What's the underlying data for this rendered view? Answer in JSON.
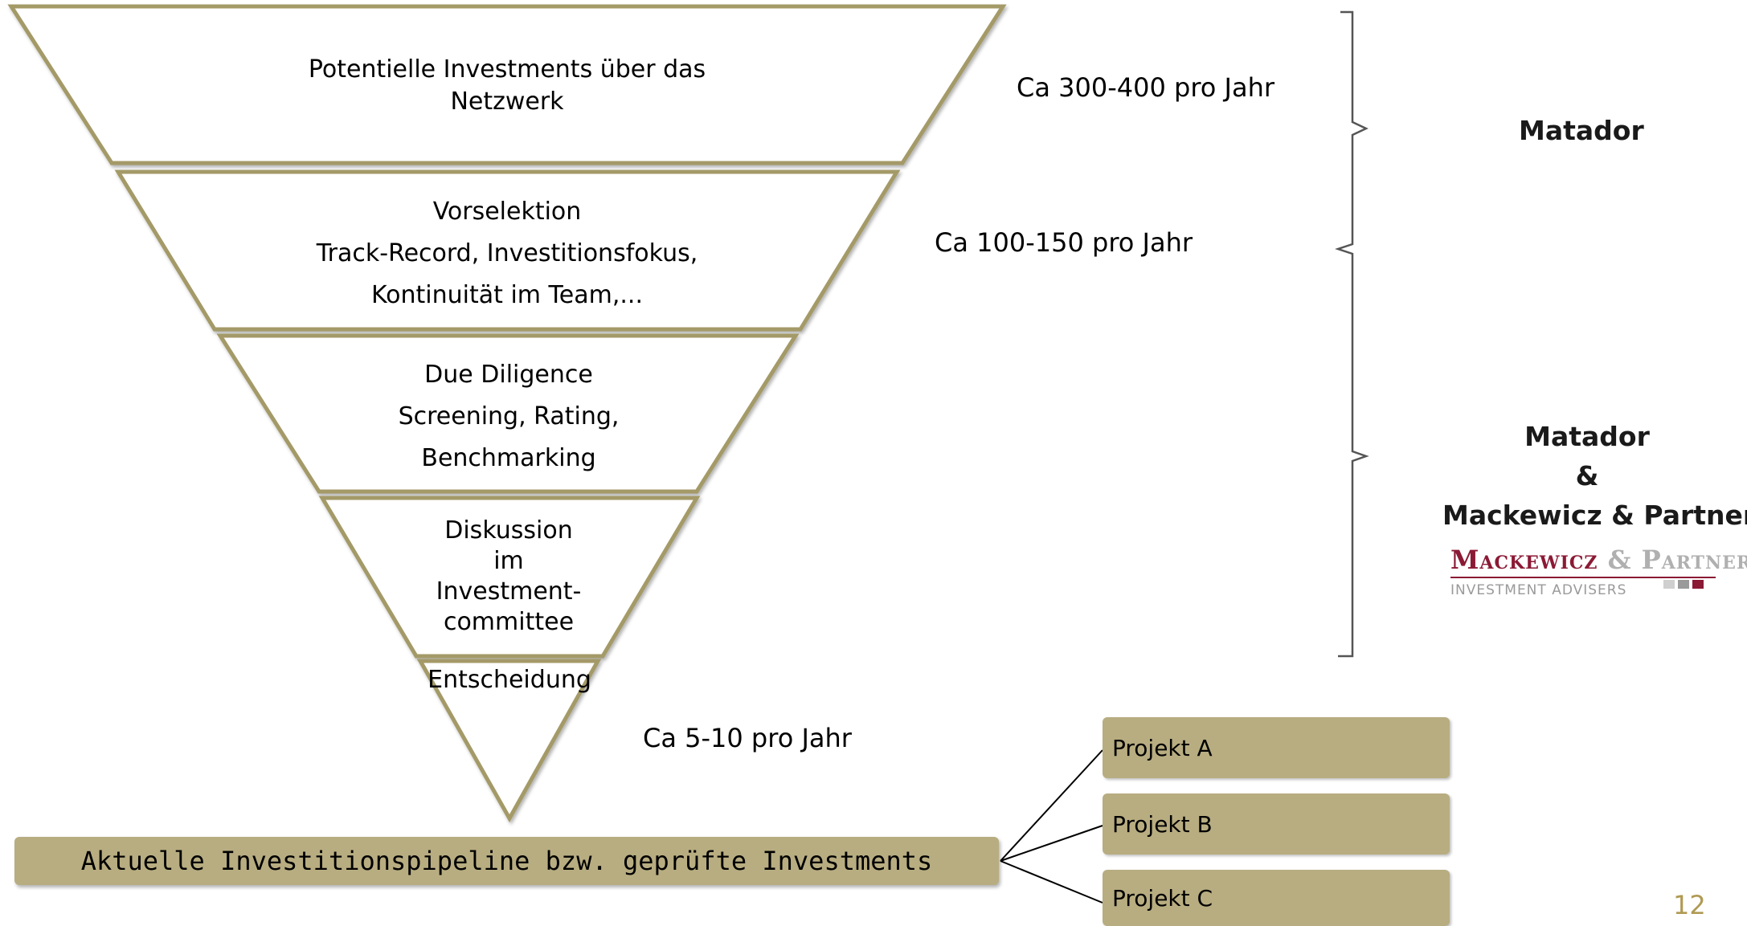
{
  "funnel": {
    "stage1": [
      "Potentielle Investments über das",
      "Netzwerk"
    ],
    "stage2": [
      "Vorselektion",
      "Track-Record, Investitionsfokus,",
      "Kontinuität im Team,..."
    ],
    "stage3": [
      "Due Diligence",
      "Screening, Rating,",
      "Benchmarking"
    ],
    "stage4": [
      "Diskussion",
      "im",
      "Investment-",
      "committee"
    ],
    "stage5": "Entscheidung"
  },
  "counts": {
    "c1": "Ca 300-400 pro Jahr",
    "c2": "Ca 100-150 pro Jahr",
    "c3": "Ca 5-10 pro Jahr"
  },
  "side": {
    "top": "Matador",
    "bottom": [
      "Matador",
      "&",
      "Mackewicz & Partner"
    ]
  },
  "logo": {
    "name_part1": "Mackewicz",
    "name_amp": "&",
    "name_part2": "Partner",
    "tagline": "INVESTMENT ADVISERS"
  },
  "pipeline": "Aktuelle Investitionspipeline bzw. geprüfte Investments",
  "projects": [
    "Projekt A",
    "Projekt B",
    "Projekt C"
  ],
  "page_number": "12",
  "colors": {
    "khaki": "#b8ad81",
    "funnel_border": "#a49a68",
    "logo_red": "#8b1a35",
    "page_number": "#b09a53"
  }
}
